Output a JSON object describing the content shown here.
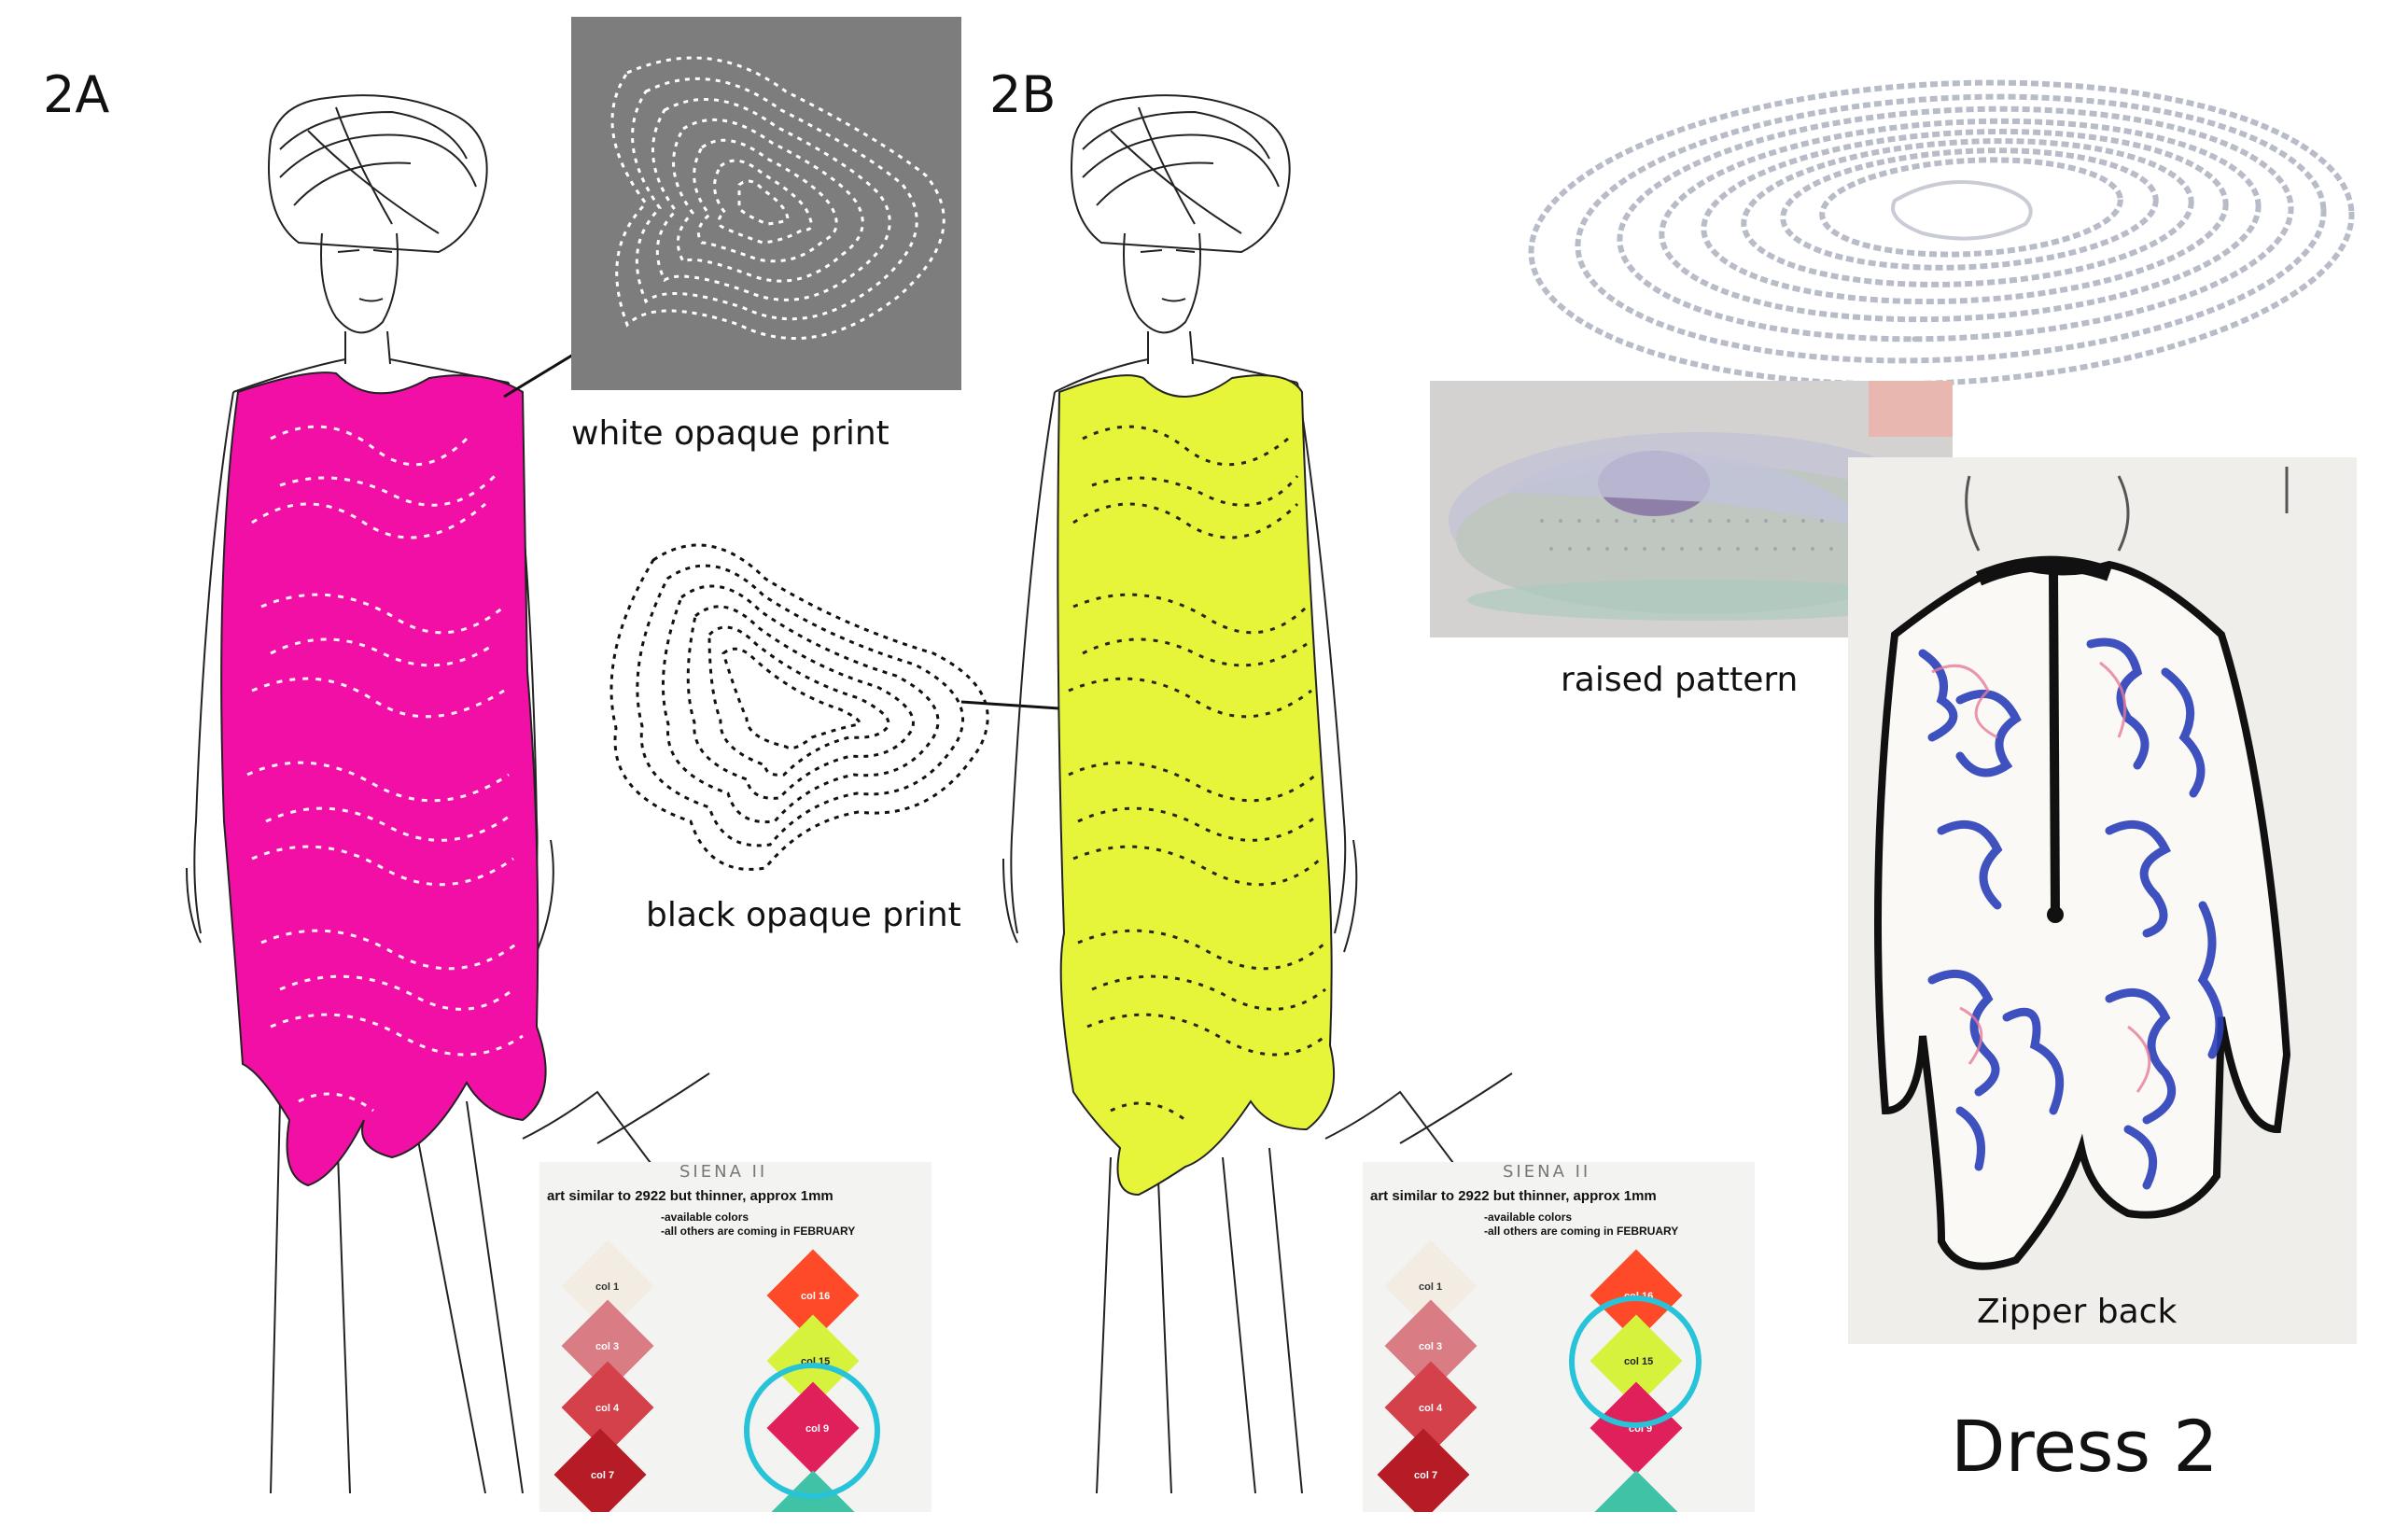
{
  "labels": {
    "a": "2A",
    "b": "2B",
    "white_print": "white opaque print",
    "black_print": "black opaque print",
    "raised": "raised pattern",
    "zipper": "Zipper back",
    "title": "Dress 2"
  },
  "swatch_card": {
    "heading": "SIENA II",
    "line1": "art similar to 2922 but thinner, approx 1mm",
    "line2": "-available colors",
    "line3": "-all others are coming in FEBRUARY",
    "left_swatches": [
      {
        "label": "col 1",
        "color": "#f2ece2"
      },
      {
        "label": "col 3",
        "color": "#d97c84"
      },
      {
        "label": "col 4",
        "color": "#d5414a"
      },
      {
        "label": "col 7",
        "color": "#b51c25"
      }
    ],
    "right_swatches": [
      {
        "label": "col 16",
        "color": "#ff4a2a"
      },
      {
        "label": "col 15",
        "color": "#d6f23c"
      },
      {
        "label": "col 9",
        "color": "#e0205a"
      }
    ]
  },
  "colors": {
    "magenta": "#f20fa6",
    "yellow": "#e6f53a",
    "grey_panel": "#7d7d7d",
    "highlight_circle": "#27c3d9"
  }
}
